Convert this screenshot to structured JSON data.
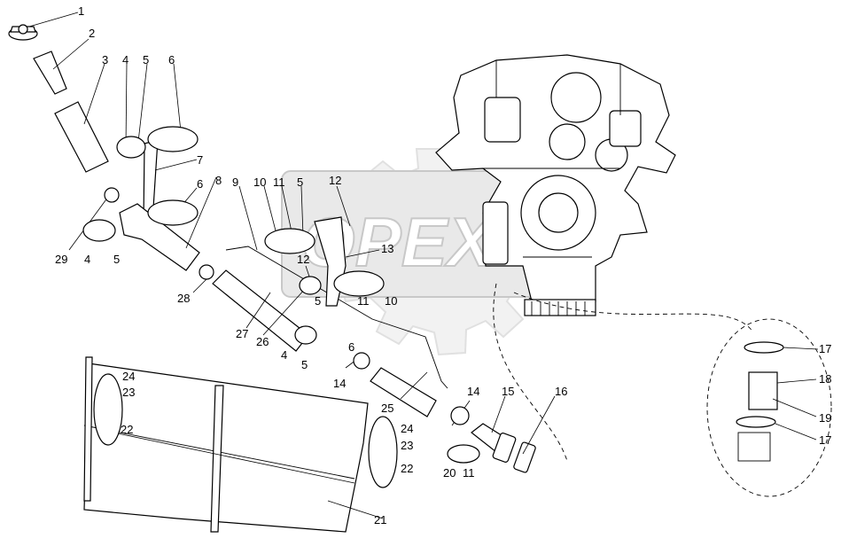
{
  "watermark": {
    "text": "OPEX"
  },
  "callouts": [
    {
      "id": "c1",
      "text": "1"
    },
    {
      "id": "c2",
      "text": "2"
    },
    {
      "id": "c3",
      "text": "3"
    },
    {
      "id": "c4a",
      "text": "4"
    },
    {
      "id": "c5a",
      "text": "5"
    },
    {
      "id": "c6a",
      "text": "6"
    },
    {
      "id": "c7",
      "text": "7"
    },
    {
      "id": "c8",
      "text": "8"
    },
    {
      "id": "c6b",
      "text": "6"
    },
    {
      "id": "c9",
      "text": "9"
    },
    {
      "id": "c10a",
      "text": "10"
    },
    {
      "id": "c11a",
      "text": "11"
    },
    {
      "id": "c5b",
      "text": "5"
    },
    {
      "id": "c12a",
      "text": "12"
    },
    {
      "id": "c13",
      "text": "13"
    },
    {
      "id": "c29",
      "text": "29"
    },
    {
      "id": "c4b",
      "text": "4"
    },
    {
      "id": "c5c",
      "text": "5"
    },
    {
      "id": "c12b",
      "text": "12"
    },
    {
      "id": "c28",
      "text": "28"
    },
    {
      "id": "c5d",
      "text": "5"
    },
    {
      "id": "c11b",
      "text": "11"
    },
    {
      "id": "c10b",
      "text": "10"
    },
    {
      "id": "c27",
      "text": "27"
    },
    {
      "id": "c26",
      "text": "26"
    },
    {
      "id": "c4c",
      "text": "4"
    },
    {
      "id": "c5e",
      "text": "5"
    },
    {
      "id": "c6c",
      "text": "6"
    },
    {
      "id": "c14a",
      "text": "14"
    },
    {
      "id": "c24a",
      "text": "24"
    },
    {
      "id": "c23a",
      "text": "23"
    },
    {
      "id": "c22a",
      "text": "22"
    },
    {
      "id": "c25",
      "text": "25"
    },
    {
      "id": "c14b",
      "text": "14"
    },
    {
      "id": "c15",
      "text": "15"
    },
    {
      "id": "c16",
      "text": "16"
    },
    {
      "id": "c24b",
      "text": "24"
    },
    {
      "id": "c23b",
      "text": "23"
    },
    {
      "id": "c22b",
      "text": "22"
    },
    {
      "id": "c20",
      "text": "20"
    },
    {
      "id": "c11c",
      "text": "11"
    },
    {
      "id": "c21",
      "text": "21"
    },
    {
      "id": "c17a",
      "text": "17"
    },
    {
      "id": "c18",
      "text": "18"
    },
    {
      "id": "c19",
      "text": "19"
    },
    {
      "id": "c17b",
      "text": "17"
    }
  ]
}
